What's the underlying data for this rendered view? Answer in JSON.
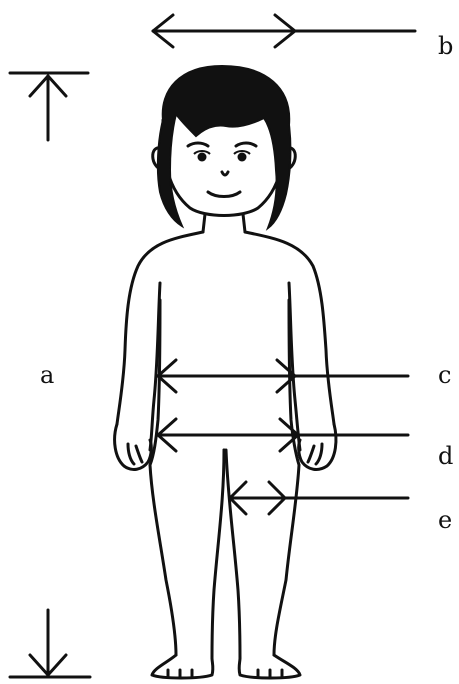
{
  "labels": {
    "a": "a",
    "b": "b",
    "c": "c",
    "d": "d",
    "e": "e"
  },
  "colors": {
    "line": "#111111",
    "hair": "#111111",
    "background": "#ffffff"
  }
}
